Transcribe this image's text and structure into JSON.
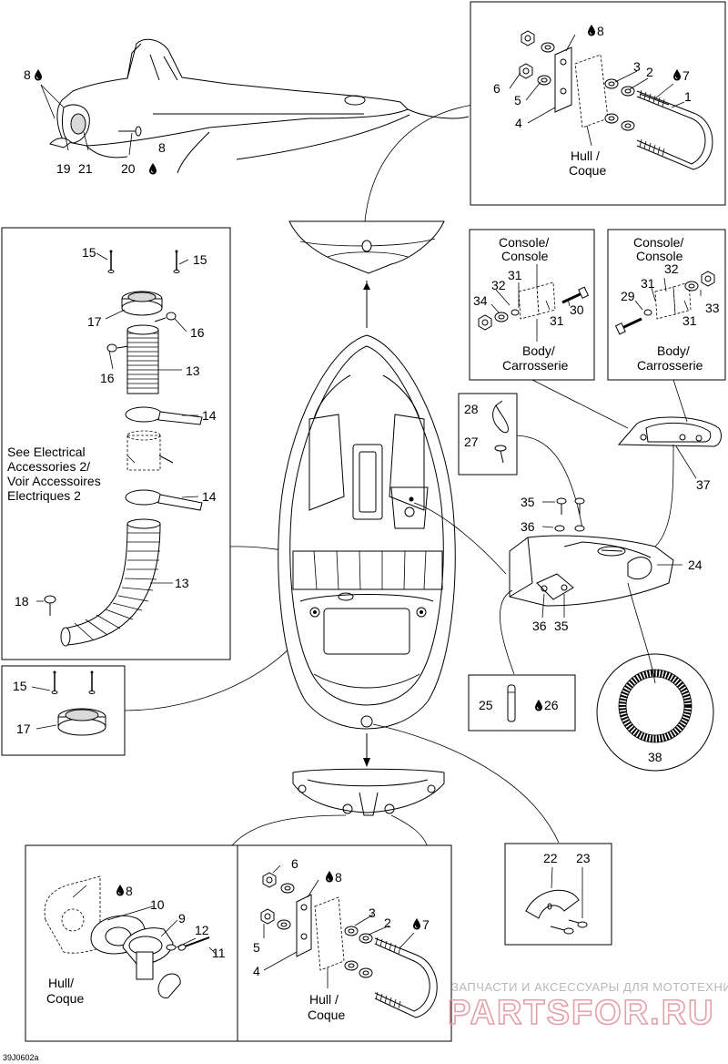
{
  "diagram_id": "39J0602a",
  "watermark": {
    "line1": "ЗАПЧАСТИ И АКСЕССУАРЫ ДЛЯ МОТОТЕХНИКИ",
    "line2": "PARTSFOR.RU"
  },
  "labels": {
    "hull_coque": [
      "Hull /",
      "Coque"
    ],
    "hull_coque_b": [
      "Hull/",
      "Coque"
    ],
    "console_console": [
      "Console/",
      "Console"
    ],
    "body_carrosserie": [
      "Body/",
      "Carrosserie"
    ],
    "see_electrical": [
      "See Electrical",
      "Accessories 2/",
      "Voir Accessoires",
      "Electriques 2"
    ]
  },
  "callouts": {
    "c1": "1",
    "c2": "2",
    "c3": "3",
    "c4": "4",
    "c5": "5",
    "c6": "6",
    "c7": "7",
    "c8": "8",
    "c9": "9",
    "c10": "10",
    "c11": "11",
    "c12": "12",
    "c13": "13",
    "c14": "14",
    "c15": "15",
    "c16": "16",
    "c17": "17",
    "c18": "18",
    "c19": "19",
    "c20": "20",
    "c21": "21",
    "c22": "22",
    "c23": "23",
    "c24": "24",
    "c25": "25",
    "c26": "26",
    "c27": "27",
    "c28": "28",
    "c29": "29",
    "c30": "30",
    "c31": "31",
    "c32": "32",
    "c33": "33",
    "c34": "34",
    "c35": "35",
    "c36": "36",
    "c37": "37",
    "c38": "38"
  },
  "icons": {
    "drop": "drop-icon"
  }
}
